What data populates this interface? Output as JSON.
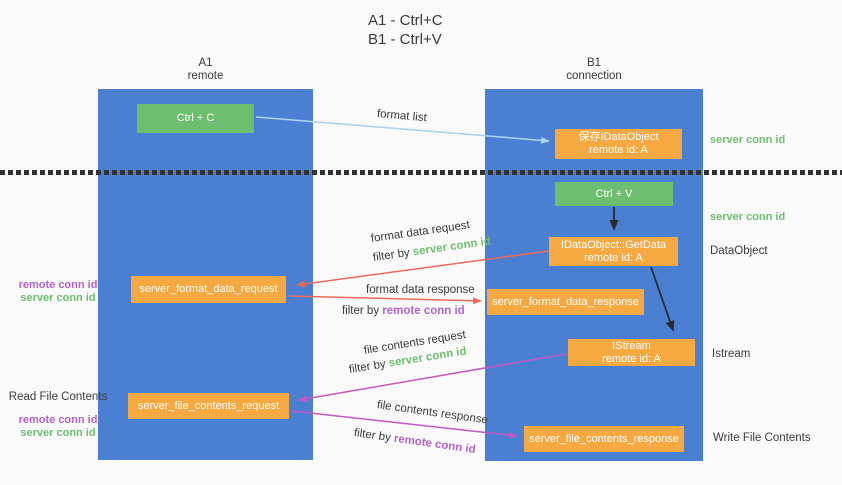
{
  "title": {
    "line1": "A1 - Ctrl+C",
    "line2": "B1 - Ctrl+V"
  },
  "columns": {
    "a": {
      "id": "A1",
      "name": "remote"
    },
    "b": {
      "id": "B1",
      "name": "connection"
    }
  },
  "nodes": {
    "ctrl_c": {
      "label": "Ctrl + C"
    },
    "save_dataobject": {
      "line1": "保存IDataObject",
      "line2": "remote id: A"
    },
    "ctrl_v": {
      "label": "Ctrl + V"
    },
    "getdata": {
      "line1": "IDataObject::GetData",
      "line2": "remote id: A"
    },
    "format_request": {
      "label": "server_format_data_request"
    },
    "format_response": {
      "label": "server_format_data_response"
    },
    "istream": {
      "line1": "IStream",
      "line2": "remote id: A"
    },
    "file_request": {
      "label": "server_file_contents_request"
    },
    "file_response": {
      "label": "server_file_contents_response"
    }
  },
  "flow_labels": {
    "format_list": "format list",
    "format_data_request": "format data request",
    "format_data_response": "format data response",
    "file_contents_request": "file contents request",
    "file_contents_response": "file contents response",
    "filter_by": "filter by",
    "server_conn_id": "server conn id",
    "remote_conn_id": "remote conn id"
  },
  "side_labels": {
    "server_conn_id_top_right": "server conn id",
    "server_conn_id_mid_right": "server conn id",
    "dataobject": "DataObject",
    "istream": "Istream",
    "write_file_contents": "Write File Contents",
    "read_file_contents": "Read File Contents",
    "remote_conn_id_left_top": "remote conn id",
    "server_conn_id_left_top": "server conn id",
    "remote_conn_id_left_bottom": "remote conn id",
    "server_conn_id_left_bottom": "server conn id"
  },
  "colors": {
    "column_blue": "#4a7fd2",
    "box_green": "#6dbf6f",
    "box_orange": "#f7a941",
    "arrow_light_blue": "#a9d3ef",
    "arrow_red": "#ee6a5a",
    "arrow_magenta": "#c357c3",
    "arrow_black": "#2b2b2b",
    "text_green": "#6dbf6f",
    "text_purple": "#b362ce"
  }
}
